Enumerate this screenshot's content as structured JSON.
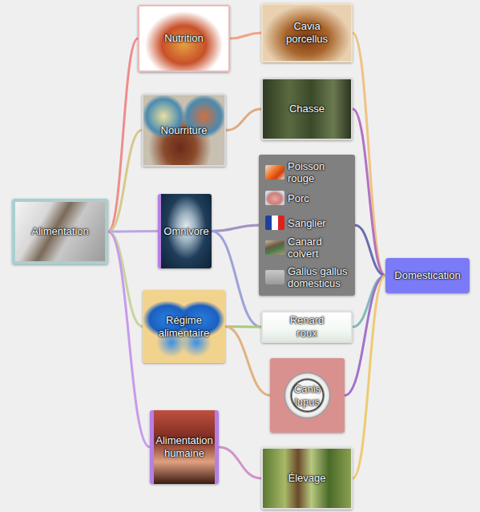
{
  "diagram": {
    "nodes": [
      {
        "text": [
          "Alimentation"
        ]
      },
      {
        "text": [
          "Nutrition"
        ]
      },
      {
        "text": [
          "Nourriture"
        ]
      },
      {
        "text": [
          "Omnivore"
        ]
      },
      {
        "text": [
          "Régime alimentaire"
        ]
      },
      {
        "text": [
          "Alimentation humaine"
        ]
      },
      {
        "text": [
          "Cavia porcellus"
        ]
      },
      {
        "text": [
          "Chasse"
        ]
      },
      {
        "text": []
      },
      {
        "text": [
          "Poisson rouge"
        ],
        "in": 8
      },
      {
        "text": [
          "Porc"
        ],
        "in": 8
      },
      {
        "text": [
          "Sanglier"
        ],
        "in": 8
      },
      {
        "text": [
          "Canard colvert"
        ],
        "in": 8
      },
      {
        "text": [
          "Gallus gallus domesticus"
        ],
        "in": 8
      },
      {
        "text": [
          "Renard roux"
        ]
      },
      {
        "text": [
          "Canis lupus"
        ]
      },
      {
        "text": [
          "Élevage"
        ]
      },
      {
        "text": [
          "Domestication"
        ]
      }
    ],
    "edges": [
      {
        "from": 0,
        "to": 1,
        "arrow": "none"
      },
      {
        "from": 0,
        "to": 2,
        "arrow": "none"
      },
      {
        "from": 0,
        "to": 3,
        "arrow": "none"
      },
      {
        "from": 0,
        "to": 4,
        "arrow": "none"
      },
      {
        "from": 0,
        "to": 5,
        "arrow": "none"
      },
      {
        "from": 1,
        "to": 6,
        "arrow": "none"
      },
      {
        "from": 2,
        "to": 7,
        "arrow": "none"
      },
      {
        "from": 3,
        "to": 8,
        "arrow": "none"
      },
      {
        "from": 3,
        "to": 14,
        "arrow": "none"
      },
      {
        "from": 4,
        "to": 14,
        "arrow": "none"
      },
      {
        "from": 4,
        "to": 15,
        "arrow": "none"
      },
      {
        "from": 5,
        "to": 16,
        "arrow": "none"
      },
      {
        "from": 17,
        "to": 6,
        "arrow": "none"
      },
      {
        "from": 17,
        "to": 7,
        "arrow": "none"
      },
      {
        "from": 17,
        "to": 8,
        "arrow": "none"
      },
      {
        "from": 17,
        "to": 14,
        "arrow": "none"
      },
      {
        "from": 17,
        "to": 15,
        "arrow": "none"
      },
      {
        "from": 17,
        "to": 16,
        "arrow": "none"
      }
    ]
  }
}
